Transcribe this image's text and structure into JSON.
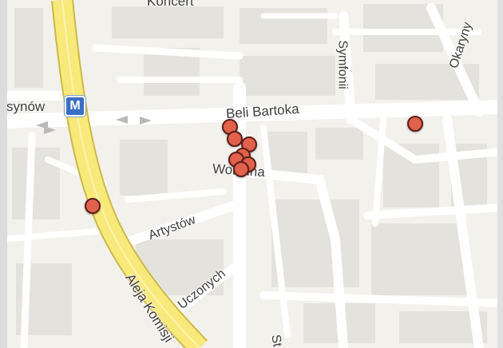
{
  "map": {
    "metro_station_partial_label": "synów",
    "metro_icon_letter": "M",
    "streets": {
      "top_partial": "Koncert",
      "beli_bartoka": "Beli Bartoka",
      "symfonii": "Symfonii",
      "okaryny": "Okaryny",
      "wokalna": "Wokalna",
      "artystow": "Artystów",
      "uczonych": "Uczonych",
      "aleja_komisji": "Aleja Komisji",
      "bottom_partial": "St"
    },
    "markers": [
      {
        "id": 1,
        "type": "location-marker"
      },
      {
        "id": 2,
        "type": "location-marker"
      },
      {
        "id": 3,
        "type": "location-marker"
      },
      {
        "id": 4,
        "type": "location-marker"
      },
      {
        "id": 5,
        "type": "location-marker"
      },
      {
        "id": 6,
        "type": "location-marker"
      },
      {
        "id": 7,
        "type": "location-marker"
      },
      {
        "id": 8,
        "type": "location-marker"
      },
      {
        "id": 9,
        "type": "location-marker"
      }
    ],
    "colors": {
      "background": "#f2f1ec",
      "block": "#e4e2dc",
      "road": "#ffffff",
      "highway": "#f8e97b",
      "marker_fill": "#e2614d",
      "marker_stroke": "#5b1f18",
      "metro": "#3a6fc4"
    }
  }
}
